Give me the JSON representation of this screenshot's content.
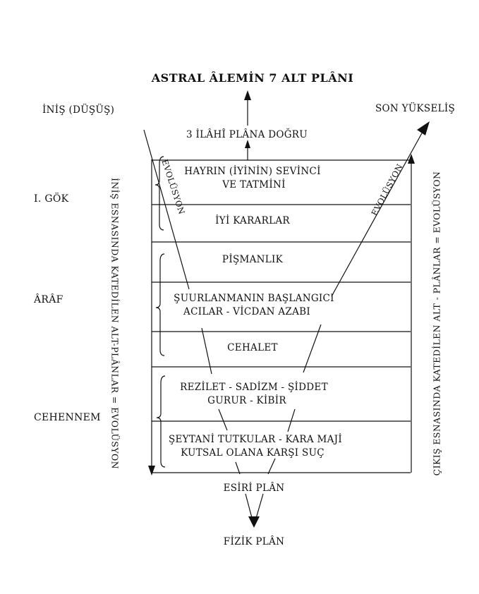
{
  "title": "ASTRAL ÂLEMİN 7 ALT PLÂNI",
  "descent_label": "İNİŞ (DÜŞÜŞ)",
  "final_ascent_label": "SON YÜKSELİŞ",
  "toward_divine": "3 İLÂHÎ PLÂNA DOĞRU",
  "left_vertical": "İNİŞ ESNASINDA KATEDİLEN ALT-PLÂNLAR = EVOLÜSYON",
  "right_vertical": "ÇIKIŞ ESNASINDA KATEDİLEN ALT - PLÂNLAR = EVOLÜSYON",
  "descent_line_label": "EVOLÜSYON",
  "ascent_line_label": "EVOLÜSYON",
  "regions": [
    {
      "name": "I. GÖK"
    },
    {
      "name": "ÂRÂF"
    },
    {
      "name": "CEHENNEM"
    }
  ],
  "planes": [
    {
      "line1": "HAYRIN  (İYİNİN) SEVİNCİ",
      "line2": "VE TATMİNİ"
    },
    {
      "line1": "İYİ KARARLAR",
      "line2": ""
    },
    {
      "line1": "PİŞMANLIK",
      "line2": ""
    },
    {
      "line1": "ŞUURLANMANIN BAŞLANGICI",
      "line2": "ACILAR - VİCDAN AZABI"
    },
    {
      "line1": "CEHALET",
      "line2": ""
    },
    {
      "line1": "REZİLET - SADİZM - ŞİDDET",
      "line2": "GURUR - KİBİR"
    },
    {
      "line1": "ŞEYTANİ TUTKULAR - KARA MAJİ",
      "line2": "KUTSAL OLANA KARŞI SUÇ"
    }
  ],
  "etheric_plane": "ESİRİ PLÂN",
  "physical_plane": "FİZİK PLÂN"
}
